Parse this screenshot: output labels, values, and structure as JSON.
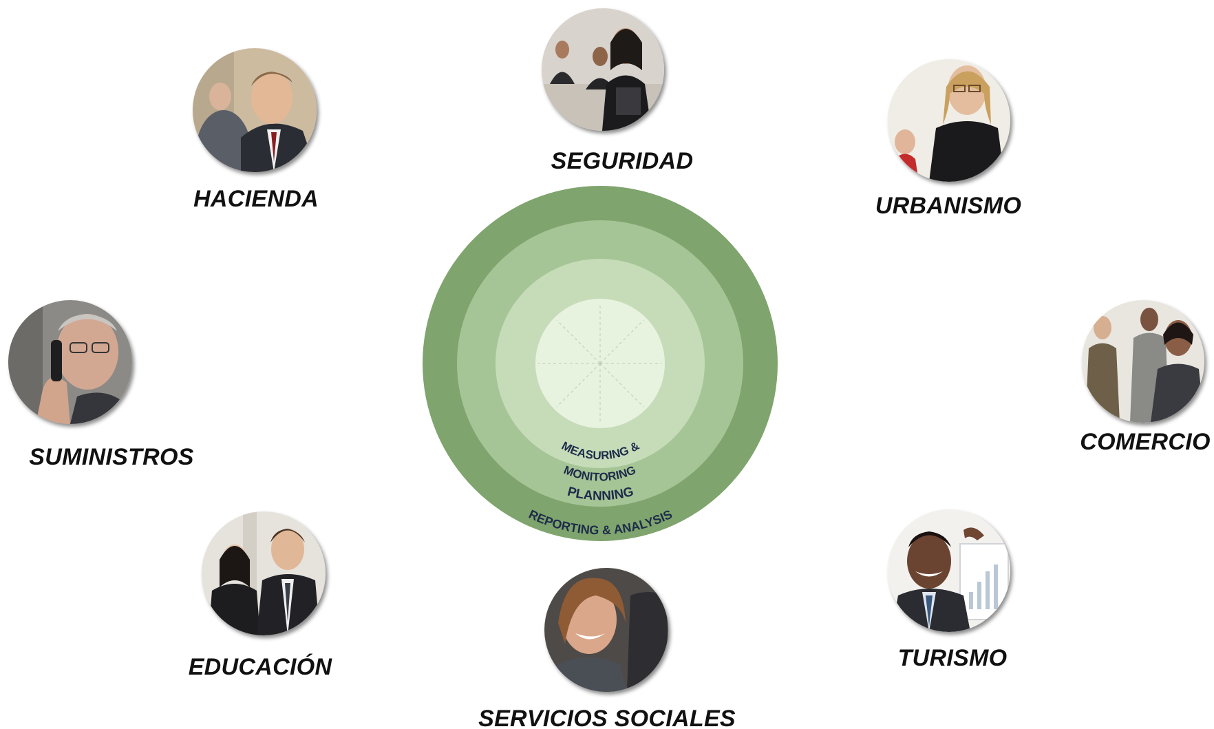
{
  "colors": {
    "ring_outer": "#7fa46d",
    "ring_second": "#a6c596",
    "ring_third": "#c6dcb9",
    "ring_core": "#e7f2df",
    "ring_text": "#1d2b4a",
    "label_text": "#111111"
  },
  "hub": {
    "ring_labels": {
      "core_line1": "MEASURING &",
      "core_line2": "MONITORING",
      "middle": "PLANNING",
      "outer": "REPORTING & ANALYSIS"
    }
  },
  "nodes": [
    {
      "id": "hacienda",
      "label": "HACIENDA",
      "photo": "smiling-businessman-photo"
    },
    {
      "id": "seguridad",
      "label": "SEGURIDAD",
      "photo": "business-team-photo"
    },
    {
      "id": "urbanismo",
      "label": "URBANISMO",
      "photo": "businesswoman-glasses-photo"
    },
    {
      "id": "suministros",
      "label": "SUMINISTROS",
      "photo": "man-on-phone-photo"
    },
    {
      "id": "comercio",
      "label": "COMERCIO",
      "photo": "business-group-photo"
    },
    {
      "id": "educacion",
      "label": "EDUCACIÓN",
      "photo": "business-couple-photo"
    },
    {
      "id": "servicios",
      "label": "SERVICIOS SOCIALES",
      "photo": "smiling-woman-photo"
    },
    {
      "id": "turismo",
      "label": "TURISMO",
      "photo": "presenter-chart-photo"
    }
  ]
}
